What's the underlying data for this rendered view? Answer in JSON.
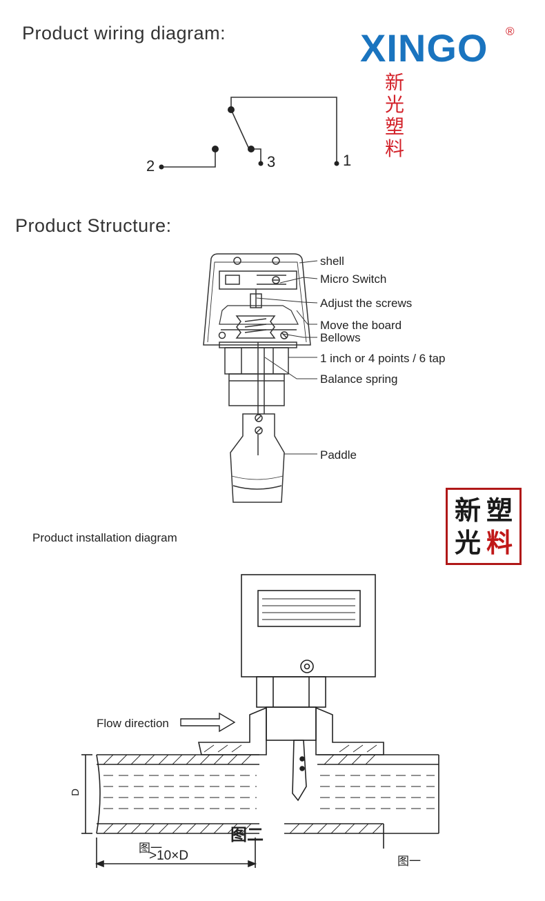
{
  "sections": {
    "wiring_title": "Product wiring diagram:",
    "structure_title": "Product Structure:",
    "installation_title": "Product installation diagram"
  },
  "logo": {
    "word": "XINGO",
    "registered": "®",
    "chinese": "新光塑料",
    "brand_blue": "#1a74bf",
    "brand_red": "#d3232b"
  },
  "wiring": {
    "terminals": [
      "2",
      "3",
      "1"
    ]
  },
  "structure": {
    "labels": [
      "shell",
      "Micro Switch",
      "Adjust the screws",
      "Move the board",
      "Bellows",
      "1 inch or 4 points / 6 tap",
      "Balance spring",
      "Paddle"
    ]
  },
  "seal": {
    "chars": [
      "新",
      "塑",
      "光",
      "料"
    ],
    "color": "#b01818"
  },
  "installation": {
    "flow_label": "Flow direction",
    "fig_left": "图一",
    "fig_center": "图二",
    "fig_right": "图一",
    "dim_vertical": "D",
    "dim_horizontal": ">10×D"
  }
}
